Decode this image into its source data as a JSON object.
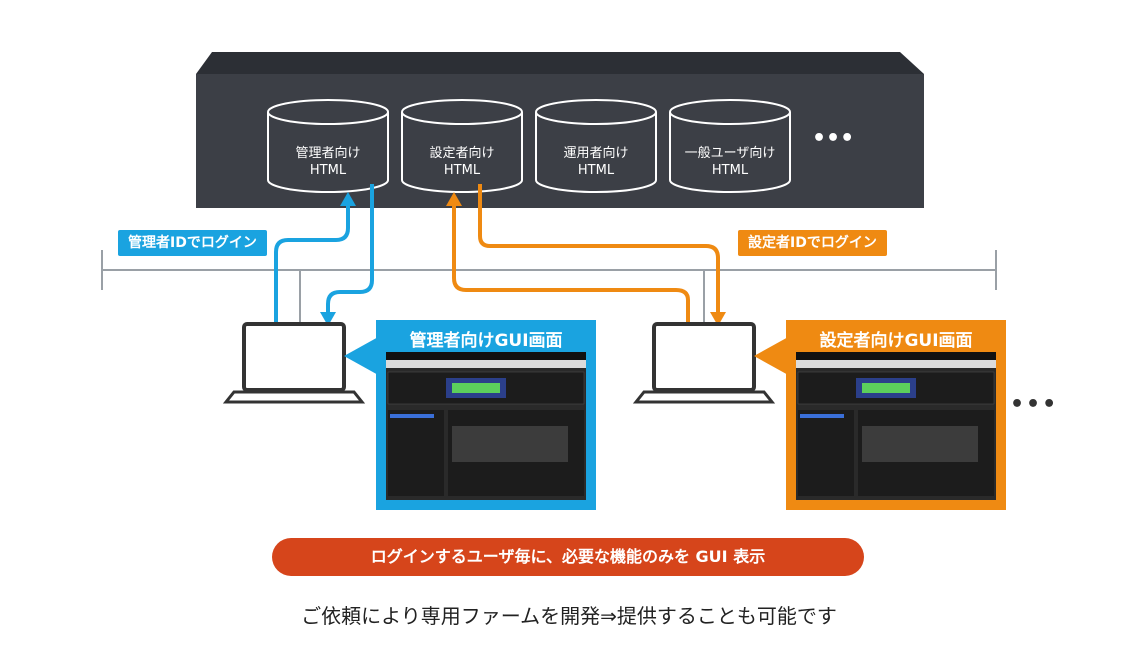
{
  "server": {
    "databases": [
      {
        "line1": "管理者向け",
        "line2": "HTML"
      },
      {
        "line1": "設定者向け",
        "line2": "HTML"
      },
      {
        "line1": "運用者向け",
        "line2": "HTML"
      },
      {
        "line1": "一般ユーザ向け",
        "line2": "HTML"
      }
    ],
    "more": "•••"
  },
  "tags": {
    "admin_login": "管理者IDでログイン",
    "config_login": "設定者IDでログイン"
  },
  "panels": {
    "admin_title": "管理者向けGUI画面",
    "config_title": "設定者向けGUI画面"
  },
  "more_right": "•••",
  "banner": "ログインするユーザ毎に、必要な機能のみを GUI 表示",
  "footer": "ご依頼により専用ファームを開発⇒提供することも可能です",
  "colors": {
    "server": "#3c3f46",
    "blue": "#1aa3e0",
    "orange": "#ef8a12",
    "banner": "#d6451b",
    "network": "#9aa0a6"
  }
}
